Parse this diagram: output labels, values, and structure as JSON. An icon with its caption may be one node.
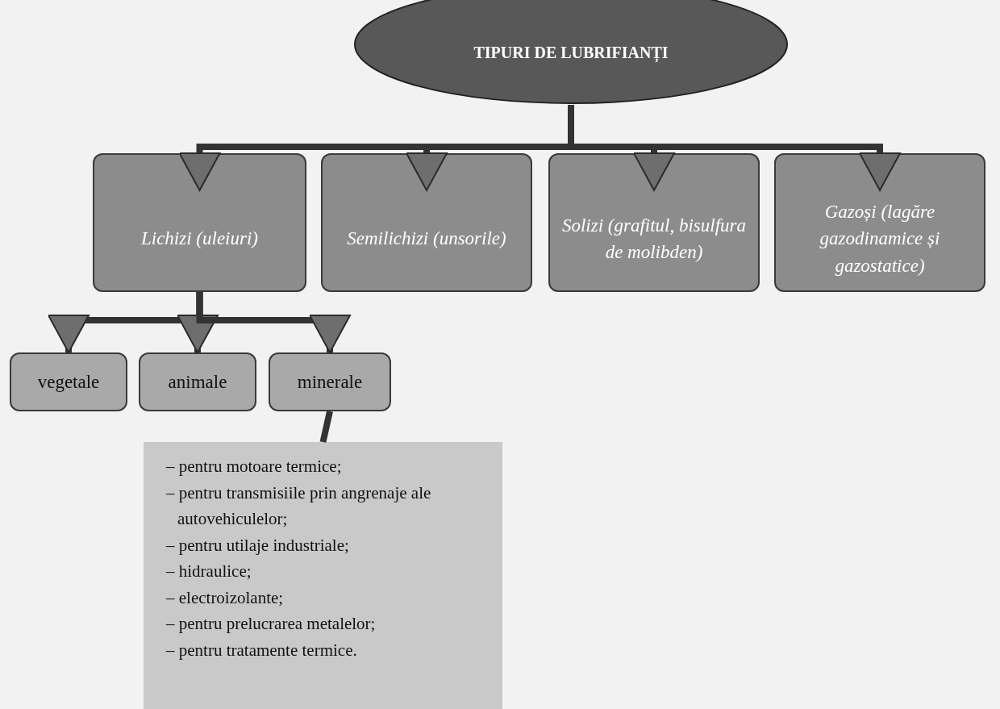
{
  "diagram": {
    "nodes": [
      {
        "text": [
          "TIPURI DE LUBRIFIANȚI"
        ]
      },
      {
        "text": [
          "Lichizi (uleiuri)"
        ]
      },
      {
        "text": [
          "Semilichizi (unsorile)"
        ]
      },
      {
        "text": [
          "Solizi (grafitul, bisulfura de molibden)"
        ]
      },
      {
        "text": [
          "Gazoși (lagăre gazodinamice și gazostatice)"
        ]
      },
      {
        "text": [
          "vegetale"
        ]
      },
      {
        "text": [
          "animale"
        ]
      },
      {
        "text": [
          "minerale"
        ]
      },
      {
        "text": [
          "– pentru motoare termice;",
          "– pentru transmisiile prin angrenaje ale autovehiculelor;",
          "– pentru utilaje industriale;",
          "– hidraulice;",
          "– electroizolante;",
          "– pentru prelucrarea metalelor;",
          "– pentru tratamente termice."
        ]
      }
    ],
    "edges": [
      {
        "from": 0,
        "to": 1,
        "arrow": "to"
      },
      {
        "from": 0,
        "to": 2,
        "arrow": "to"
      },
      {
        "from": 0,
        "to": 3,
        "arrow": "to"
      },
      {
        "from": 0,
        "to": 4,
        "arrow": "to"
      },
      {
        "from": 1,
        "to": 5,
        "arrow": "to"
      },
      {
        "from": 1,
        "to": 6,
        "arrow": "to"
      },
      {
        "from": 1,
        "to": 7,
        "arrow": "to"
      },
      {
        "from": 7,
        "to": 8,
        "arrow": "none"
      }
    ]
  }
}
